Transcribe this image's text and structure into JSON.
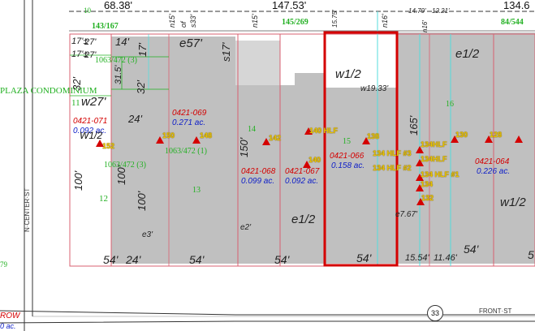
{
  "top_dimensions": {
    "d1": "68.38'",
    "d2": "147.53'",
    "d3": "134.6"
  },
  "top_green": {
    "g1": "143/167",
    "g2": "145/269",
    "g3": "84/544",
    "g4": "10"
  },
  "top_small": {
    "n15_1": "n15'",
    "of": "of",
    "s33": "s33'",
    "n15_2": "n15'",
    "d1575": "15.75'",
    "n16_1": "n16'",
    "d1479": "14.79'",
    "d1221": "12.21'",
    "n16_2": "n16'"
  },
  "plaza_label": "PLAZA CONDOMINIUM",
  "left_dims": {
    "a": "17'±",
    "b": "27'",
    "c": "17'±",
    "d": "27'",
    "e": "14'",
    "f": "17'",
    "g": "32'",
    "h": "31.5'",
    "i": "32'",
    "j": "w27'",
    "k": "24'",
    "l": "100'",
    "m": "100'",
    "n": "100'",
    "o": "e3'",
    "p": "11",
    "q": "12"
  },
  "left_green": {
    "g1": "1063/472 (3)",
    "g2": "1063/472 (3)",
    "g3": "1063/472 (1)",
    "g4": "13"
  },
  "middle_dims": {
    "e57": "e57'",
    "s17": "s17'",
    "d150": "150'",
    "e2": "e2'",
    "e1_2": "e1/2",
    "w1_2_top": "w1/2",
    "w19": "w19.33'",
    "d165": "165'",
    "e767": "e7.67'",
    "e1_2_right": "e1/2",
    "w1_2_right": "w1/2",
    "g14": "14",
    "g15": "15",
    "g16": "16"
  },
  "parcels": [
    {
      "id": "0421-071",
      "acres": "0.092 ac."
    },
    {
      "id": "0421-069",
      "acres": "0.271 ac."
    },
    {
      "id": "0421-068",
      "acres": "0.099 ac."
    },
    {
      "id": "0421-067",
      "acres": "0.092 ac."
    },
    {
      "id": "0421-066",
      "acres": "0.158 ac."
    },
    {
      "id": "0421-064",
      "acres": "0.226 ac."
    }
  ],
  "w1_2_left": "W1/2",
  "addresses": [
    "152",
    "150",
    "148",
    "142",
    "140 HLF",
    "140",
    "138",
    "134 HLF #3",
    "134HLF",
    "134 HLF #2",
    "134HLF",
    "134 HLF #1",
    "134",
    "132",
    "130",
    "128"
  ],
  "bottom_dims": {
    "b1": "54'",
    "b2": "24'",
    "b3": "54'",
    "b4": "54'",
    "b5": "54'",
    "b6": "15.54'",
    "b7": "11.46'",
    "b8": "54'",
    "b9": "5"
  },
  "street_names": {
    "north_center": "N·CENTER·ST",
    "front": "FRONT·ST"
  },
  "route_number": "33",
  "edge_labels": {
    "row": "ROW",
    "ac": "0 ac.",
    "n79": "79"
  },
  "colors": {
    "lot_fill": "#c0c0c0",
    "selection": "#d40000",
    "lot_line": "#d86070",
    "easement": "#55dddd",
    "green_text": "#22b022"
  }
}
